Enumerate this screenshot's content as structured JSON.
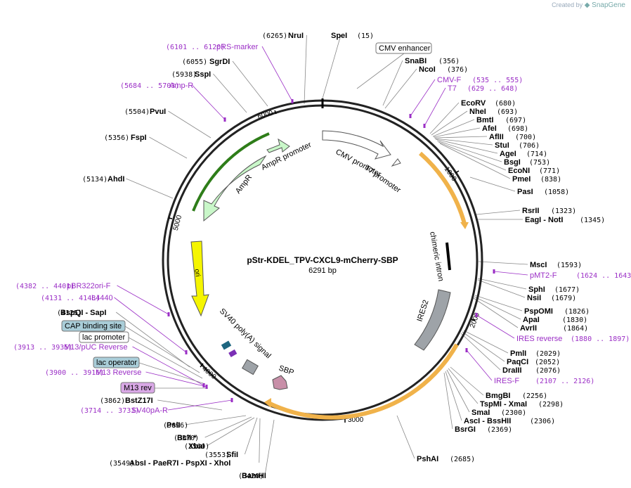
{
  "credit": {
    "prefix": "Created by",
    "brand": "SnapGene"
  },
  "plasmid": {
    "name": "pStr-KDEL_TPV-CXCL9-mCherry-SBP",
    "size": "6291 bp",
    "length": 6291
  },
  "ticks": [
    "1000",
    "2000",
    "3000",
    "4000",
    "5000",
    "6000"
  ],
  "colors": {
    "enzyme": "#000000",
    "primer": "#9b2fc6",
    "feature_box": "#a9cdd8",
    "m13_box": "#d9a8e6",
    "amp": "#c9f7c9",
    "ori": "#f5f500",
    "orange": "#f0b24a",
    "grey": "#9ea3a8",
    "pink": "#c88fa8"
  },
  "sites": [
    {
      "id": "spei",
      "pos": "(15)",
      "name": "SpeI"
    },
    {
      "id": "snabi",
      "pos": "(356)",
      "name": "SnaBI"
    },
    {
      "id": "ncoi",
      "pos": "(376)",
      "name": "NcoI"
    },
    {
      "id": "ecorv",
      "pos": "(680)",
      "name": "EcoRV"
    },
    {
      "id": "nhei",
      "pos": "(693)",
      "name": "NheI"
    },
    {
      "id": "bmti",
      "pos": "(697)",
      "name": "BmtI"
    },
    {
      "id": "afei",
      "pos": "(698)",
      "name": "AfeI"
    },
    {
      "id": "aflii",
      "pos": "(700)",
      "name": "AflII"
    },
    {
      "id": "stui",
      "pos": "(706)",
      "name": "StuI"
    },
    {
      "id": "agei",
      "pos": "(714)",
      "name": "AgeI"
    },
    {
      "id": "bsgi",
      "pos": "(753)",
      "name": "BsgI"
    },
    {
      "id": "econi",
      "pos": "(771)",
      "name": "EcoNI"
    },
    {
      "id": "pmei",
      "pos": "(838)",
      "name": "PmeI"
    },
    {
      "id": "pasi",
      "pos": "(1058)",
      "name": "PasI"
    },
    {
      "id": "rsrii",
      "pos": "(1323)",
      "name": "RsrII"
    },
    {
      "id": "eagi",
      "pos": "(1345)",
      "name": "EagI - NotI"
    },
    {
      "id": "msci",
      "pos": "(1593)",
      "name": "MscI"
    },
    {
      "id": "sphi",
      "pos": "(1677)",
      "name": "SphI"
    },
    {
      "id": "nsii",
      "pos": "(1679)",
      "name": "NsiI"
    },
    {
      "id": "pspomi",
      "pos": "(1826)",
      "name": "PspOMI"
    },
    {
      "id": "apai",
      "pos": "(1830)",
      "name": "ApaI"
    },
    {
      "id": "avrii",
      "pos": "(1864)",
      "name": "AvrII"
    },
    {
      "id": "pmli",
      "pos": "(2029)",
      "name": "PmlI"
    },
    {
      "id": "paqci",
      "pos": "(2052)",
      "name": "PaqCI"
    },
    {
      "id": "draiii",
      "pos": "(2076)",
      "name": "DraIII"
    },
    {
      "id": "bmgbi",
      "pos": "(2256)",
      "name": "BmgBI"
    },
    {
      "id": "tspmi",
      "pos": "(2298)",
      "name": "TspMI - XmaI"
    },
    {
      "id": "smai",
      "pos": "(2300)",
      "name": "SmaI"
    },
    {
      "id": "asci",
      "pos": "(2306)",
      "name": "AscI - BssHII"
    },
    {
      "id": "bsrgi",
      "pos": "(2369)",
      "name": "BsrGI"
    },
    {
      "id": "pshai",
      "pos": "(2685)",
      "name": "PshAI"
    },
    {
      "id": "bamhi",
      "pos": "(3420)",
      "name": "BamHI"
    },
    {
      "id": "absi",
      "pos": "(3549)",
      "name": "AbsI - PaeR7I - PspXI - XhoI"
    },
    {
      "id": "sfii",
      "pos": "(3553)",
      "name": "SfiI"
    },
    {
      "id": "xbai",
      "pos": "(3560)",
      "name": "XbaI"
    },
    {
      "id": "bcli",
      "pos": "(3570)",
      "name": "BclI *"
    },
    {
      "id": "psii",
      "pos": "(3696)",
      "name": "PsiI"
    },
    {
      "id": "bstz17i",
      "pos": "(3862)",
      "name": "BstZ17I"
    },
    {
      "id": "bspqi",
      "pos": "(4125)",
      "name": "BspQI - SapI"
    },
    {
      "id": "ahdi",
      "pos": "(5134)",
      "name": "AhdI"
    },
    {
      "id": "fspi",
      "pos": "(5356)",
      "name": "FspI"
    },
    {
      "id": "pvui",
      "pos": "(5504)",
      "name": "PvuI"
    },
    {
      "id": "sspi",
      "pos": "(5938)",
      "name": "SspI"
    },
    {
      "id": "sgrdi",
      "pos": "(6055)",
      "name": "SgrDI"
    },
    {
      "id": "nrui",
      "pos": "(6265)",
      "name": "NruI"
    }
  ],
  "primers": [
    {
      "id": "prs",
      "text": "pRS-marker",
      "pos": "(6101 .. 6120)"
    },
    {
      "id": "ampr",
      "text": "Amp-R",
      "pos": "(5684 .. 5703)"
    },
    {
      "id": "cmvf",
      "text": "CMV-F",
      "pos": "(535 .. 555)"
    },
    {
      "id": "t7",
      "text": "T7",
      "pos": "(629 .. 648)"
    },
    {
      "id": "pmt2",
      "text": "pMT2-F",
      "pos": "(1624 .. 1643)"
    },
    {
      "id": "iresrev",
      "text": "IRES reverse",
      "pos": "(1880 .. 1897)"
    },
    {
      "id": "iresf",
      "text": "IRES-F",
      "pos": "(2107 .. 2126)"
    },
    {
      "id": "pbr",
      "text": "pBR322ori-F",
      "pos": "(4382 .. 4401)"
    },
    {
      "id": "l4440",
      "text": "L4440",
      "pos": "(4131 .. 4148)"
    },
    {
      "id": "m13puc",
      "text": "M13/pUC Reverse",
      "pos": "(3913 .. 3935)"
    },
    {
      "id": "m13rev",
      "text": "M13 Reverse",
      "pos": "(3900 .. 3916)"
    },
    {
      "id": "sv40par",
      "text": "SV40pA-R",
      "pos": "(3714 .. 3733)"
    }
  ],
  "boxes": {
    "cmv_enhancer": "CMV enhancer",
    "cap": "CAP binding site",
    "lac_promoter": "lac promoter",
    "lac_operator": "lac operator",
    "m13rev": "M13 rev"
  },
  "features": {
    "cmv_promoter": "CMV promoter",
    "t7_promoter": "T7 promoter",
    "ampr_promoter": "AmpR promoter",
    "ampr": "AmpR",
    "ori": "ori",
    "sv40": "SV40 poly(A) signal",
    "sbp": "SBP",
    "chimeric": "chimeric intron",
    "ires2": "IRES2"
  }
}
